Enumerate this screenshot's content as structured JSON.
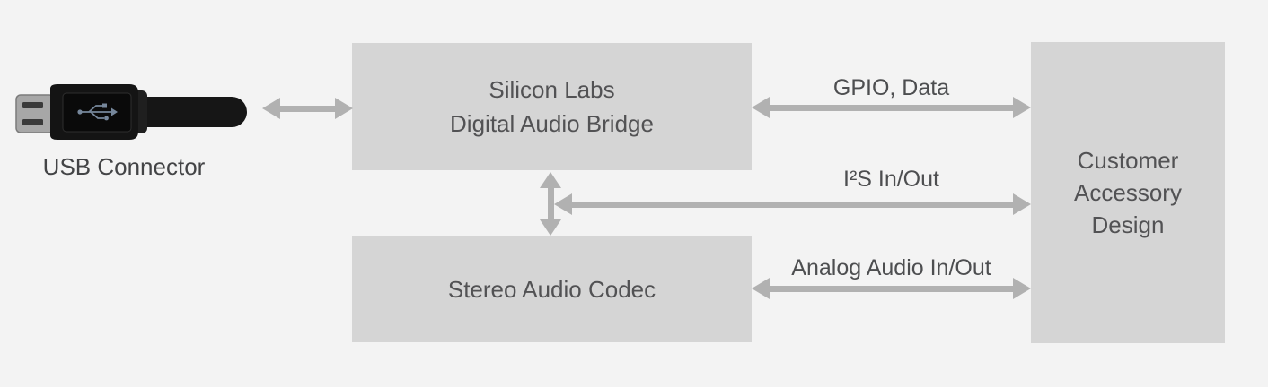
{
  "colors": {
    "background": "#f3f3f3",
    "box_fill": "#d5d5d5",
    "arrow": "#b1b1b1",
    "text": "#4d4e50"
  },
  "usb": {
    "label": "USB Connector"
  },
  "boxes": {
    "bridge": {
      "line1": "Silicon Labs",
      "line2": "Digital Audio Bridge"
    },
    "codec": {
      "label": "Stereo Audio Codec"
    },
    "customer": {
      "line1": "Customer",
      "line2": "Accessory",
      "line3": "Design"
    }
  },
  "connections": {
    "gpio": {
      "label": "GPIO, Data"
    },
    "i2s": {
      "label": "I²S In/Out"
    },
    "analog": {
      "label": "Analog Audio In/Out"
    }
  }
}
